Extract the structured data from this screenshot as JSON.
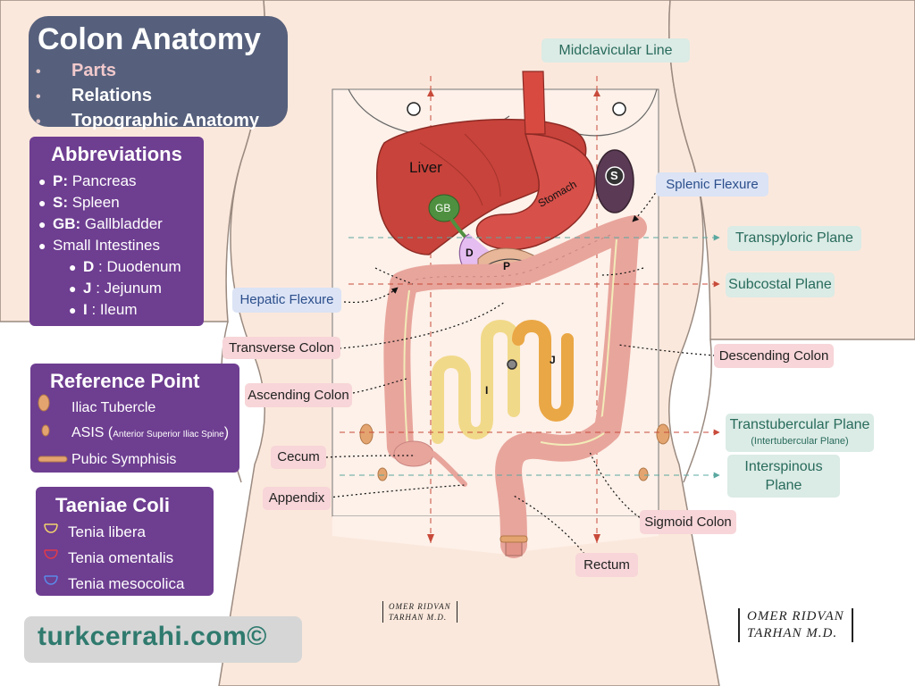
{
  "title": {
    "heading": "Colon Anatomy",
    "items": [
      "Parts",
      "Relations",
      "Topographic Anatomy"
    ]
  },
  "abbreviations": {
    "heading": "Abbreviations",
    "rows": [
      {
        "key": "P:",
        "value": " Pancreas"
      },
      {
        "key": "S:",
        "value": " Spleen"
      },
      {
        "key": "GB:",
        "value": " Gallbladder"
      },
      {
        "key": "",
        "value": "Small Intestines"
      }
    ],
    "sub_rows": [
      {
        "key": "D",
        "value": " : Duodenum"
      },
      {
        "key": "J",
        "value": " : Jejunum"
      },
      {
        "key": "I",
        "value": "  : Ileum"
      }
    ]
  },
  "reference_point": {
    "heading": "Reference Point",
    "iliac": "Iliac Tubercle",
    "asis_main": "ASIS (",
    "asis_small": "Anterior Superior Iliac Spine",
    "asis_end": ")",
    "pubic": "Pubic Symphisis"
  },
  "taeniae_coli": {
    "heading": "Taeniae Coli",
    "items": [
      "Tenia libera",
      "Tenia omentalis",
      "Tenia mesocolica"
    ]
  },
  "website": "turkcerrahi.com©",
  "organ_labels": {
    "liver": "Liver",
    "gb": "GB",
    "stomach": "Stomach",
    "spleen": "S",
    "duodenum": "D",
    "pancreas": "P",
    "jejunum": "J",
    "ileum": "I"
  },
  "callouts": {
    "midclavicular": "Midclavicular Line",
    "splenic_flexure": "Splenic Flexure",
    "transpyloric": "Transpyloric Plane",
    "subcostal": "Subcostal Plane",
    "hepatic_flexure": "Hepatic Flexure",
    "transverse_colon": "Transverse Colon",
    "descending_colon": "Descending Colon",
    "ascending_colon": "Ascending Colon",
    "transtubercular": "Transtubercular Plane",
    "intertubercular": "(Intertubercular Plane)",
    "cecum": "Cecum",
    "interspinous_1": "Interspinous",
    "interspinous_2": "Plane",
    "appendix": "Appendix",
    "sigmoid_colon": "Sigmoid Colon",
    "rectum": "Rectum"
  },
  "signature": {
    "line1": "OMER  RIDVAN",
    "line2": "TARHAN  M.D."
  },
  "colors": {
    "title_box": "#56607c",
    "panel": "#6e3e91",
    "label_pink": "#f7d5d8",
    "label_teal": "#dbebe5",
    "label_blue": "#dbe3f5",
    "skin": "#fbe8dc",
    "liver": "#c8433b",
    "colon": "#e8a59c"
  }
}
